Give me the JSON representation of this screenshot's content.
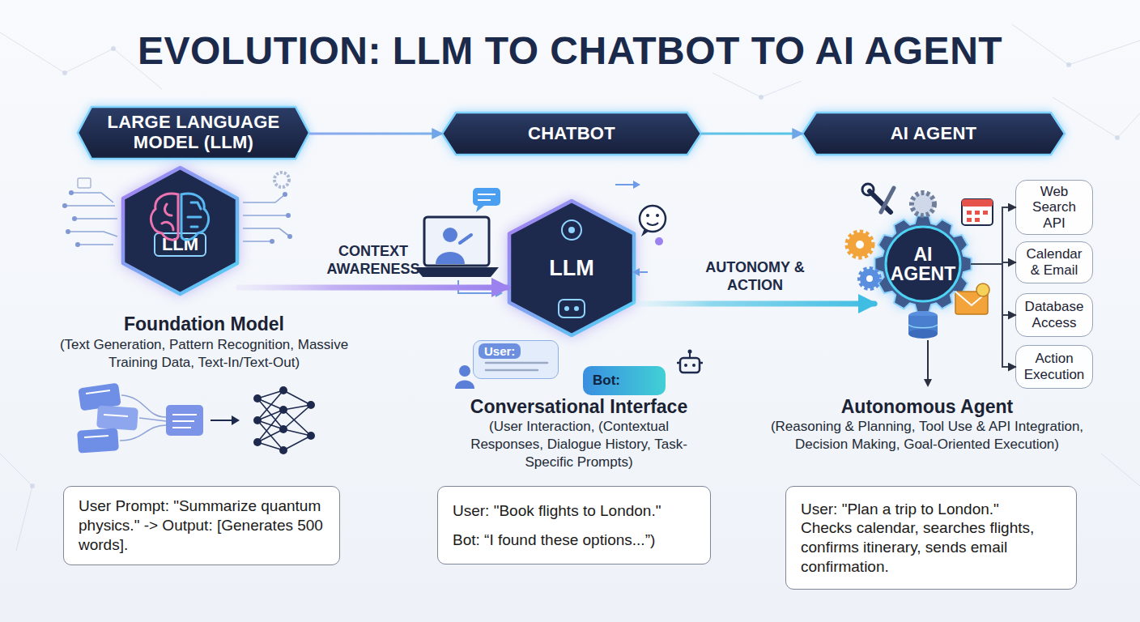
{
  "diagram": {
    "title": "EVOLUTION: LLM TO CHATBOT TO AI AGENT",
    "nodes": [
      {
        "text": [
          "LARGE LANGUAGE MODEL (LLM)"
        ]
      },
      {
        "text": [
          "CHATBOT"
        ]
      },
      {
        "text": [
          "AI AGENT"
        ]
      },
      {
        "text": [
          "LLM"
        ]
      },
      {
        "text": [
          "LLM"
        ]
      },
      {
        "text": [
          "User:"
        ]
      },
      {
        "text": [
          "Bot:"
        ]
      },
      {
        "text": [
          "AI AGENT"
        ]
      },
      {
        "text": [
          "Web Search API"
        ]
      },
      {
        "text": [
          "Calendar & Email"
        ]
      },
      {
        "text": [
          "Database Access"
        ]
      },
      {
        "text": [
          "Action Execution"
        ]
      },
      {
        "text": [
          "User Prompt: \"Summarize quantum physics.\" -> Output: [Generates 500 words]."
        ]
      },
      {
        "text": [
          "User: \"Book flights to London.\"",
          "Bot: “I found these options...”)"
        ]
      },
      {
        "text": [
          "User: \"Plan a trip to London.\"",
          "Checks calendar, searches flights, confirms itinerary, sends email confirmation."
        ]
      }
    ],
    "edges": [
      {
        "from": 0,
        "to": 1,
        "arrow": "to"
      },
      {
        "from": 1,
        "to": 2,
        "arrow": "to"
      },
      {
        "from": 3,
        "to": 4,
        "label": "CONTEXT AWARENESS",
        "arrow": "to"
      },
      {
        "from": 4,
        "to": 7,
        "label": "AUTONOMY & ACTION",
        "arrow": "to"
      },
      {
        "from": 7,
        "to": 8,
        "arrow": "to"
      },
      {
        "from": 7,
        "to": 9,
        "arrow": "to"
      },
      {
        "from": 7,
        "to": 10,
        "arrow": "to"
      },
      {
        "from": 7,
        "to": 11,
        "arrow": "to"
      }
    ],
    "labels": [
      "Foundation Model",
      "(Text Generation, Pattern Recognition, Massive Training Data, Text-In/Text-Out)",
      "Conversational Interface",
      "(User Interaction, (Contextual Responses, Dialogue History, Task-Specific Prompts)",
      "Autonomous Agent",
      "(Reasoning & Planning, Tool Use & API Integration, Decision Making, Goal-Oriented Execution)"
    ]
  }
}
